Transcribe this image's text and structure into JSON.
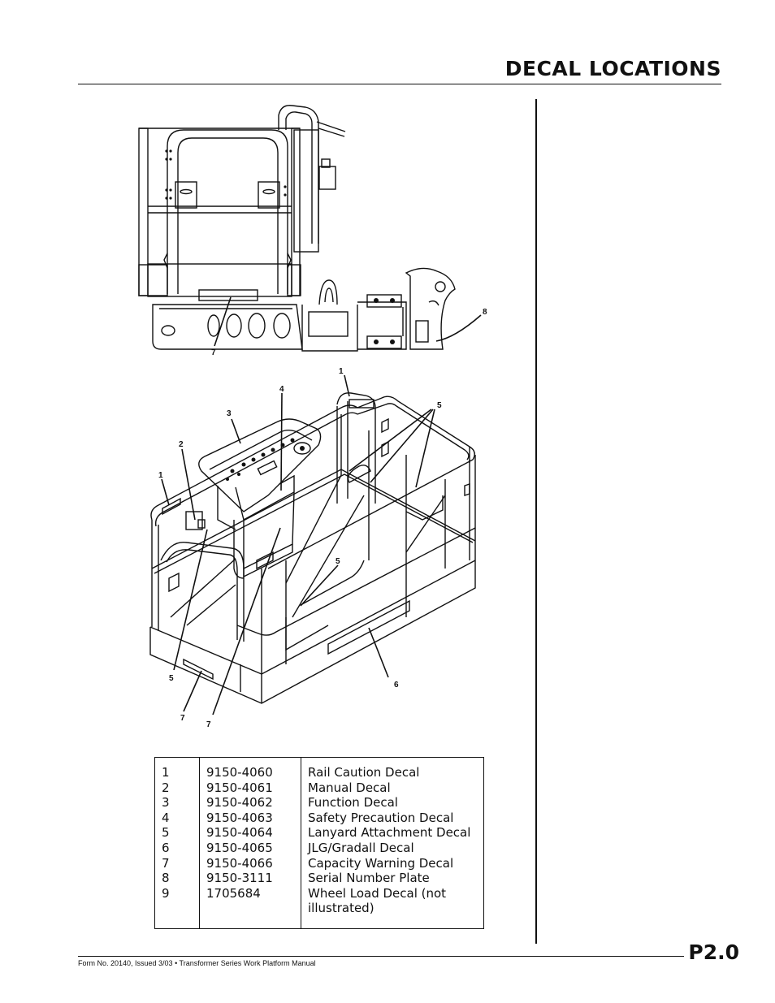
{
  "header": {
    "title": "DECAL LOCATIONS"
  },
  "callouts": {
    "top_7": "7",
    "top_8": "8",
    "c1a": "1",
    "c1b": "1",
    "c2": "2",
    "c3": "3",
    "c4": "4",
    "c5a": "5",
    "c5b": "5",
    "c5c": "5",
    "c6": "6",
    "c7a": "7",
    "c7b": "7"
  },
  "parts_table": {
    "rows": [
      {
        "item": "1",
        "part": "9150-4060",
        "description": "Rail Caution Decal"
      },
      {
        "item": "2",
        "part": "9150-4061",
        "description": "Manual Decal"
      },
      {
        "item": "3",
        "part": "9150-4062",
        "description": "Function Decal"
      },
      {
        "item": "4",
        "part": "9150-4063",
        "description": "Safety Precaution Decal"
      },
      {
        "item": "5",
        "part": "9150-4064",
        "description": "Lanyard Attachment Decal"
      },
      {
        "item": "6",
        "part": "9150-4065",
        "description": "JLG/Gradall Decal"
      },
      {
        "item": "7",
        "part": "9150-4066",
        "description": "Capacity Warning Decal"
      },
      {
        "item": "8",
        "part": "9150-3111",
        "description": "Serial Number Plate"
      },
      {
        "item": "9",
        "part": "1705684",
        "description": "Wheel Load Decal (not illustrated)"
      }
    ]
  },
  "footer": {
    "text": "Form No. 20140, Issued 3/03 •  Transformer Series Work Platform Manual",
    "page": "P2.0"
  }
}
